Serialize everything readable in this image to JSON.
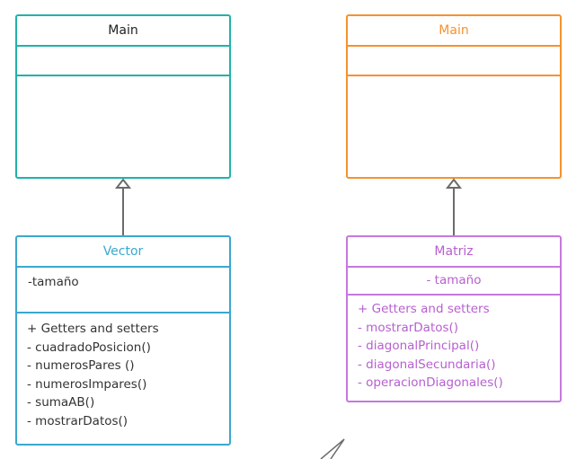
{
  "diagram": {
    "left_parent": {
      "title": "Main",
      "color": "#20b2aa",
      "title_color": "#222222"
    },
    "right_parent": {
      "title": "Main",
      "color": "#f5922f",
      "title_color": "#f5922f"
    },
    "vector_class": {
      "title": "Vector",
      "color": "#3aa8d0",
      "text_color": "#333333",
      "attributes": [
        "-tamaño"
      ],
      "methods": [
        "+ Getters and setters",
        "- cuadradoPosicion()",
        "- numerosPares ()",
        "- numerosImpares()",
        "- sumaAB()",
        "- mostrarDatos()"
      ]
    },
    "matriz_class": {
      "title": "Matriz",
      "color": "#c678dd",
      "text_color": "#b75fd0",
      "attributes": [
        "- tamaño"
      ],
      "methods": [
        "+ Getters and setters",
        "- mostrarDatos()",
        "- diagonalPrincipal()",
        "- diagonalSecundaria()",
        "- operacionDiagonales()"
      ]
    },
    "connector_color": "#6b6b6b"
  }
}
